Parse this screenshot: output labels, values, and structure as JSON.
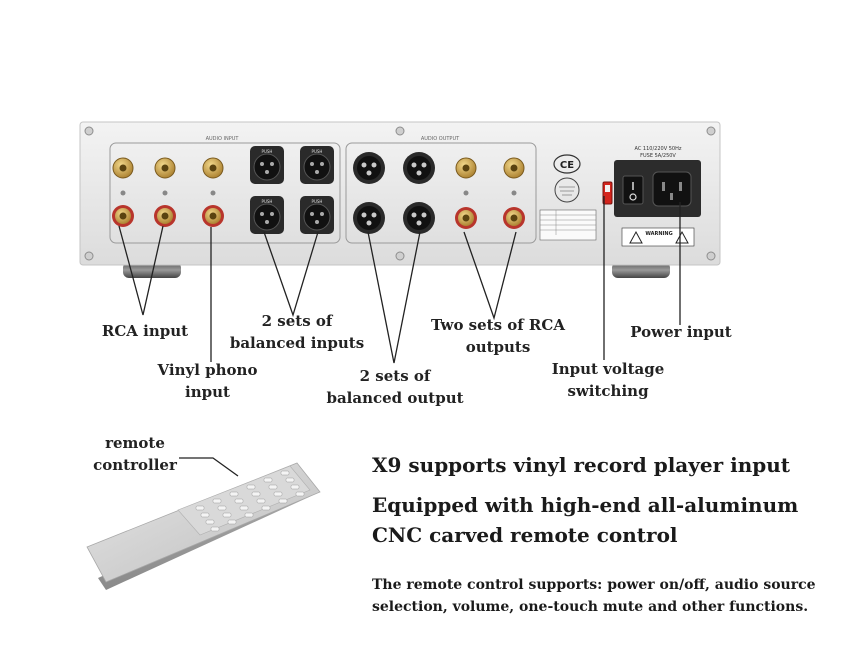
{
  "panel": {
    "input_section_label": "AUDIO INPUT",
    "output_section_label": "AUDIO OUTPUT",
    "push_label": "PUSH",
    "ce_mark": "CE",
    "ac_spec_line1": "AC 110/220V 50Hz",
    "ac_spec_line2": "FUSE 5A/250V",
    "warning_label": "WARNING",
    "colors": {
      "chassis": "#e9e9e9",
      "gold": "#c9a24a",
      "red_ring": "#b8352c",
      "switch_red": "#d4241c",
      "xlr_body": "#222222"
    }
  },
  "callouts": {
    "rca_input": "RCA input",
    "vinyl_phono_l1": "Vinyl phono",
    "vinyl_phono_l2": "input",
    "balanced_inputs_l1": "2 sets of",
    "balanced_inputs_l2": "balanced inputs",
    "balanced_output_l1": "2 sets of",
    "balanced_output_l2": "balanced output",
    "rca_outputs_l1": "Two sets of RCA",
    "rca_outputs_l2": "outputs",
    "voltage_switch_l1": "Input voltage",
    "voltage_switch_l2": "switching",
    "power_input": "Power input",
    "remote_l1": "remote",
    "remote_l2": "controller"
  },
  "text": {
    "headline1": "X9 supports vinyl record player input",
    "headline2_l1": "Equipped with high-end all-aluminum",
    "headline2_l2": "CNC carved remote control",
    "paragraph": "The remote control supports: power on/off, audio source selection, volume, one-touch mute and other functions."
  }
}
